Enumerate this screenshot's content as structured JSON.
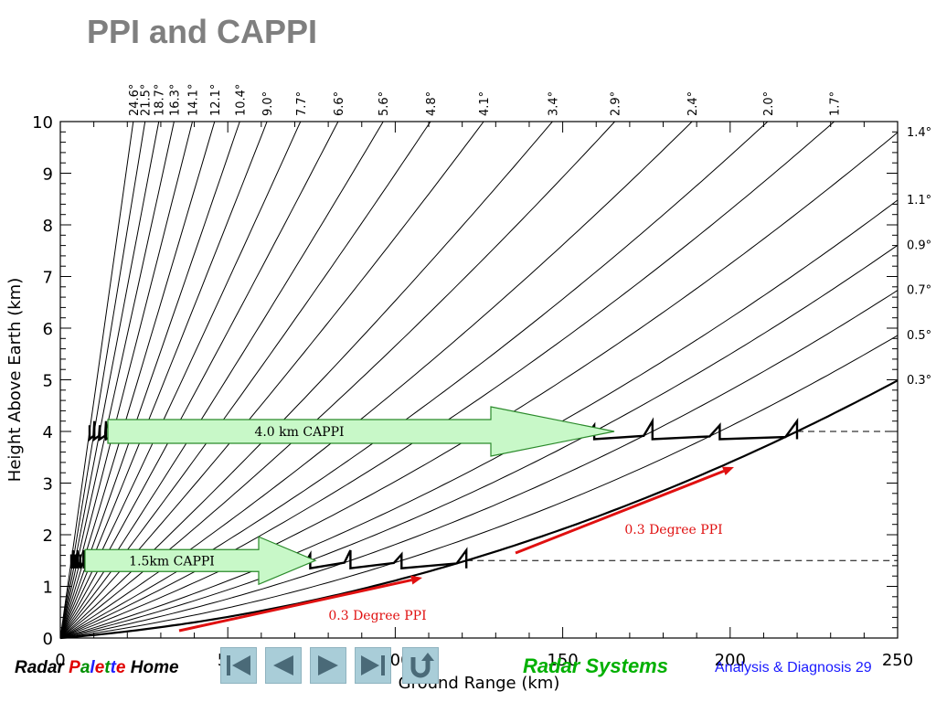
{
  "title": "PPI and CAPPI",
  "chart_data": {
    "type": "line",
    "xlabel": "Ground Range (km)",
    "ylabel": "Height Above Earth (km)",
    "xlim": [
      0,
      250
    ],
    "ylim": [
      0,
      10
    ],
    "x_ticks": [
      "0",
      "50",
      "100",
      "150",
      "200",
      "250"
    ],
    "y_ticks": [
      "0",
      "1",
      "2",
      "3",
      "4",
      "5",
      "6",
      "7",
      "8",
      "9",
      "10"
    ],
    "elevation_angles_deg": [
      0.3,
      0.5,
      0.7,
      0.9,
      1.1,
      1.4,
      1.7,
      2.0,
      2.4,
      2.9,
      3.4,
      4.1,
      4.8,
      5.6,
      6.6,
      7.7,
      9.0,
      10.4,
      12.1,
      14.1,
      16.3,
      18.7,
      21.5,
      24.6
    ],
    "top_angle_labels": [
      "24.6°",
      "21.5°",
      "18.7°",
      "16.3°",
      "14.1°",
      "12.1°",
      "10.4°",
      "9.0°",
      "7.7°",
      "6.6°",
      "5.6°",
      "4.8°",
      "4.1°",
      "3.4°",
      "2.9°",
      "2.4°",
      "2.0°",
      "1.7°"
    ],
    "right_angle_labels": [
      "1.4°",
      "1.1°",
      "0.9°",
      "0.7°",
      "0.5°",
      "0.3°"
    ],
    "cappi_heights_km": [
      1.5,
      4.0
    ],
    "cappi_labels": [
      "1.5km CAPPI",
      "4.0 km CAPPI"
    ],
    "ppi_label": "0.3 Degree PPI",
    "colors": {
      "beam": "#000000",
      "arrow_fill": "#c8f8c8",
      "arrow_stroke": "#2a8a2a",
      "ppi_arrow": "#e01010",
      "ppi_text": "#e01010"
    }
  },
  "footer": {
    "brand_part1": "Radar ",
    "brand_palette": [
      "P",
      "a",
      "l",
      "e",
      "t",
      "t",
      "e"
    ],
    "brand_part2": " Home",
    "section": "Radar Systems",
    "subtitle": "Analysis & Diagnosis 29",
    "nav_icons": [
      "first-page-icon",
      "previous-page-icon",
      "next-page-icon",
      "last-page-icon",
      "return-icon"
    ]
  }
}
